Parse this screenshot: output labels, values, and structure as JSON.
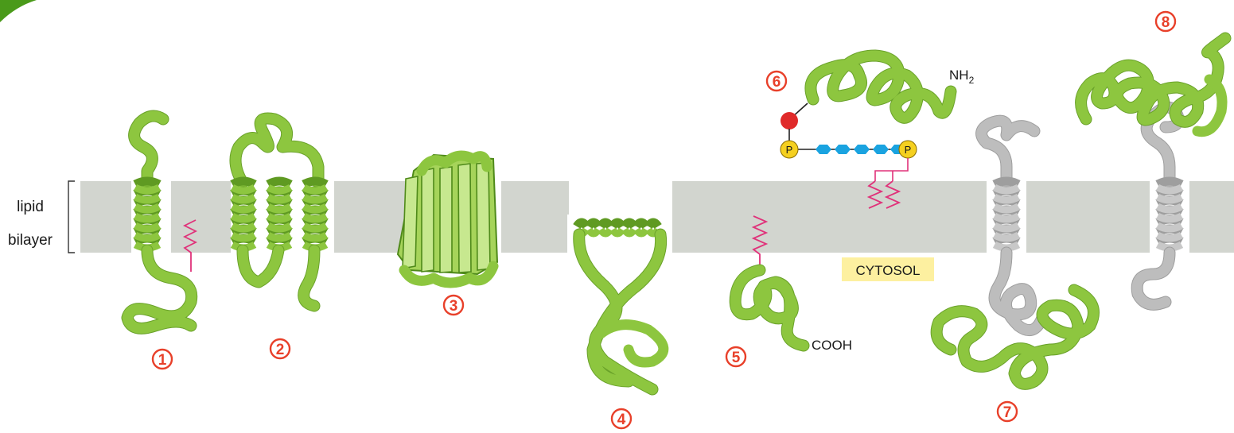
{
  "labels": {
    "lipid_line1": "lipid",
    "lipid_line2": "bilayer",
    "nh2_main": "NH",
    "nh2_sub": "2",
    "cooh": "COOH",
    "cytosol": "CYTOSOL",
    "phosphate": "P"
  },
  "markers": [
    "1",
    "2",
    "3",
    "4",
    "5",
    "6",
    "7",
    "8"
  ],
  "colors": {
    "membrane": "#d2d5cf",
    "protein": "#8dc63f",
    "grey_protein": "#bdbdbd",
    "number": "#e8402a",
    "cytosol_box": "#fdf0a0",
    "phosphate": "#f5d020",
    "sugar": "#1aa3e0",
    "anchor_ball": "#e02a2a",
    "lipid_tail": "#e0327a",
    "corner": "#4a9a1a"
  }
}
